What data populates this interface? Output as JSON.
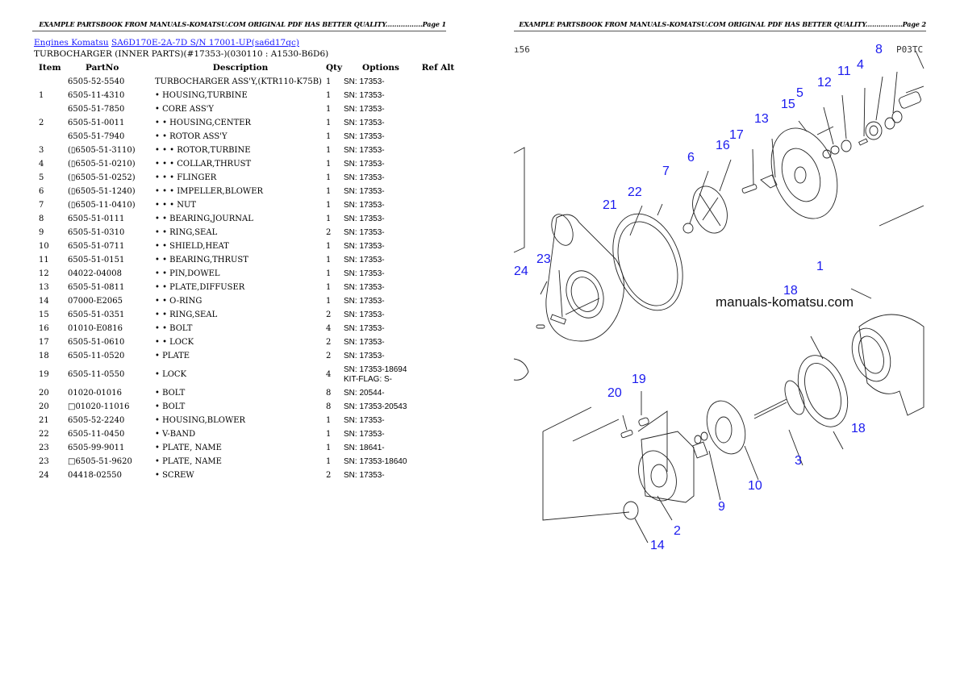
{
  "pages": [
    {
      "header": "EXAMPLE PARTSBOOK FROM MANUALS-KOMATSU.COM ORIGINAL PDF HAS BETTER QUALITY.................Page 1"
    },
    {
      "header": "EXAMPLE PARTSBOOK FROM MANUALS-KOMATSU.COM ORIGINAL PDF HAS BETTER QUALITY.................Page 2"
    }
  ],
  "breadcrumb": {
    "link1": "Engines Komatsu",
    "link2": "SA6D170E-2A-7D S/N 17001-UP(sa6d17qc)"
  },
  "section_title": "TURBOCHARGER (INNER PARTS)(#17353-)(030110 : A1530-B6D6)",
  "table": {
    "headers": {
      "item": "Item",
      "partno": "PartNo",
      "description": "Description",
      "qty": "Qty",
      "options": "Options",
      "refalt": "Ref Alt"
    },
    "rows": [
      {
        "item": "",
        "partno": "6505-52-5540",
        "description": "TURBOCHARGER ASS'Y,(KTR110-K75B)",
        "qty": "1",
        "options": "SN: 17353-",
        "options2": ""
      },
      {
        "item": "1",
        "partno": "6505-11-4310",
        "description": "• HOUSING,TURBINE",
        "qty": "1",
        "options": "SN: 17353-",
        "options2": ""
      },
      {
        "item": "",
        "partno": "6505-51-7850",
        "description": "• CORE ASS'Y",
        "qty": "1",
        "options": "SN: 17353-",
        "options2": ""
      },
      {
        "item": "2",
        "partno": "6505-51-0011",
        "description": "• • HOUSING,CENTER",
        "qty": "1",
        "options": "SN: 17353-",
        "options2": ""
      },
      {
        "item": "",
        "partno": "6505-51-7940",
        "description": "• • ROTOR ASS'Y",
        "qty": "1",
        "options": "SN: 17353-",
        "options2": ""
      },
      {
        "item": "3",
        "partno": "(▯6505-51-3110)",
        "description": "• • • ROTOR,TURBINE",
        "qty": "1",
        "options": "SN: 17353-",
        "options2": ""
      },
      {
        "item": "4",
        "partno": "(▯6505-51-0210)",
        "description": "• • • COLLAR,THRUST",
        "qty": "1",
        "options": "SN: 17353-",
        "options2": ""
      },
      {
        "item": "5",
        "partno": "(▯6505-51-0252)",
        "description": "• • • FLINGER",
        "qty": "1",
        "options": "SN: 17353-",
        "options2": ""
      },
      {
        "item": "6",
        "partno": "(▯6505-51-1240)",
        "description": "• • • IMPELLER,BLOWER",
        "qty": "1",
        "options": "SN: 17353-",
        "options2": ""
      },
      {
        "item": "7",
        "partno": "(▯6505-11-0410)",
        "description": "• • • NUT",
        "qty": "1",
        "options": "SN: 17353-",
        "options2": ""
      },
      {
        "item": "8",
        "partno": "6505-51-0111",
        "description": "• • BEARING,JOURNAL",
        "qty": "1",
        "options": "SN: 17353-",
        "options2": ""
      },
      {
        "item": "9",
        "partno": "6505-51-0310",
        "description": "• • RING,SEAL",
        "qty": "2",
        "options": "SN: 17353-",
        "options2": ""
      },
      {
        "item": "10",
        "partno": "6505-51-0711",
        "description": "• • SHIELD,HEAT",
        "qty": "1",
        "options": "SN: 17353-",
        "options2": ""
      },
      {
        "item": "11",
        "partno": "6505-51-0151",
        "description": "• • BEARING,THRUST",
        "qty": "1",
        "options": "SN: 17353-",
        "options2": ""
      },
      {
        "item": "12",
        "partno": "04022-04008",
        "description": "• • PIN,DOWEL",
        "qty": "1",
        "options": "SN: 17353-",
        "options2": ""
      },
      {
        "item": "13",
        "partno": "6505-51-0811",
        "description": "• • PLATE,DIFFUSER",
        "qty": "1",
        "options": "SN: 17353-",
        "options2": ""
      },
      {
        "item": "14",
        "partno": "07000-E2065",
        "description": "• • O-RING",
        "qty": "1",
        "options": "SN: 17353-",
        "options2": ""
      },
      {
        "item": "15",
        "partno": "6505-51-0351",
        "description": "• • RING,SEAL",
        "qty": "2",
        "options": "SN: 17353-",
        "options2": ""
      },
      {
        "item": "16",
        "partno": "01010-E0816",
        "description": "• • BOLT",
        "qty": "4",
        "options": "SN: 17353-",
        "options2": ""
      },
      {
        "item": "17",
        "partno": "6505-51-0610",
        "description": "• • LOCK",
        "qty": "2",
        "options": "SN: 17353-",
        "options2": ""
      },
      {
        "item": "18",
        "partno": "6505-11-0520",
        "description": "• PLATE",
        "qty": "2",
        "options": "SN: 17353-",
        "options2": ""
      },
      {
        "item": "19",
        "partno": "6505-11-0550",
        "description": "• LOCK",
        "qty": "4",
        "options": "SN: 17353-18694",
        "options2": "KIT-FLAG: S-"
      },
      {
        "item": "20",
        "partno": "01020-01016",
        "description": "• BOLT",
        "qty": "8",
        "options": "SN: 20544-",
        "options2": ""
      },
      {
        "item": "20",
        "partno": "□01020-11016",
        "description": "• BOLT",
        "qty": "8",
        "options": "SN: 17353-20543",
        "options2": ""
      },
      {
        "item": "21",
        "partno": "6505-52-2240",
        "description": "• HOUSING,BLOWER",
        "qty": "1",
        "options": "SN: 17353-",
        "options2": ""
      },
      {
        "item": "22",
        "partno": "6505-11-0450",
        "description": "• V-BAND",
        "qty": "1",
        "options": "SN: 17353-",
        "options2": ""
      },
      {
        "item": "23",
        "partno": "6505-99-9011",
        "description": "• PLATE, NAME",
        "qty": "1",
        "options": "SN: 18641-",
        "options2": ""
      },
      {
        "item": "23",
        "partno": "□6505-51-9620",
        "description": "• PLATE, NAME",
        "qty": "1",
        "options": "SN: 17353-18640",
        "options2": ""
      },
      {
        "item": "24",
        "partno": "04418-02550",
        "description": "• SCREW",
        "qty": "2",
        "options": "SN: 17353-",
        "options2": ""
      }
    ]
  },
  "diagram": {
    "corner_code_left": "ı56",
    "corner_code_right": "P03TC",
    "watermark": "manuals-komatsu.com",
    "callouts": [
      "1",
      "2",
      "3",
      "4",
      "5",
      "6",
      "7",
      "8",
      "9",
      "10",
      "11",
      "12",
      "13",
      "14",
      "15",
      "16",
      "17",
      "18",
      "18",
      "19",
      "20",
      "21",
      "22",
      "23",
      "24"
    ],
    "callout_color": "#1a1aee"
  }
}
